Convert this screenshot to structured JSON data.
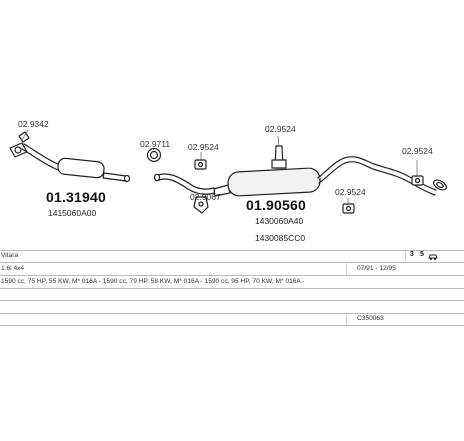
{
  "parts": {
    "p01_31940": {
      "number": "01.31940",
      "ref": "1415060A00"
    },
    "p01_90560": {
      "number": "01.90560",
      "ref1": "1430060A40",
      "ref2": "1430085CC0"
    }
  },
  "fittings": {
    "f_02_9342": "02.9342",
    "f_02_9711": "02.9711",
    "f_02_9524_a": "02.9524",
    "f_02_9524_b": "02.9524",
    "f_02_9524_c": "02.9524",
    "f_02_9524_d": "02.9524",
    "f_02_9067": "02.9067"
  },
  "info": {
    "model": "Vitara",
    "engine": "1.6i 4x4",
    "dates": "07/91 - 12/95",
    "spec": "1590 cc, 75 HP, 55 KW, M* 016A - 1590 cc, 79 HP, 58 KW, M* 016A - 1590 cc, 95 HP, 70 KW, M* 016A -",
    "code": "C350063",
    "right_icon_1": "3",
    "right_icon_2": "5"
  },
  "colors": {
    "line": "#222222",
    "fill": "#ffffff",
    "muffler_fill": "#f2f2f2",
    "rule": "#bdbdbd"
  }
}
